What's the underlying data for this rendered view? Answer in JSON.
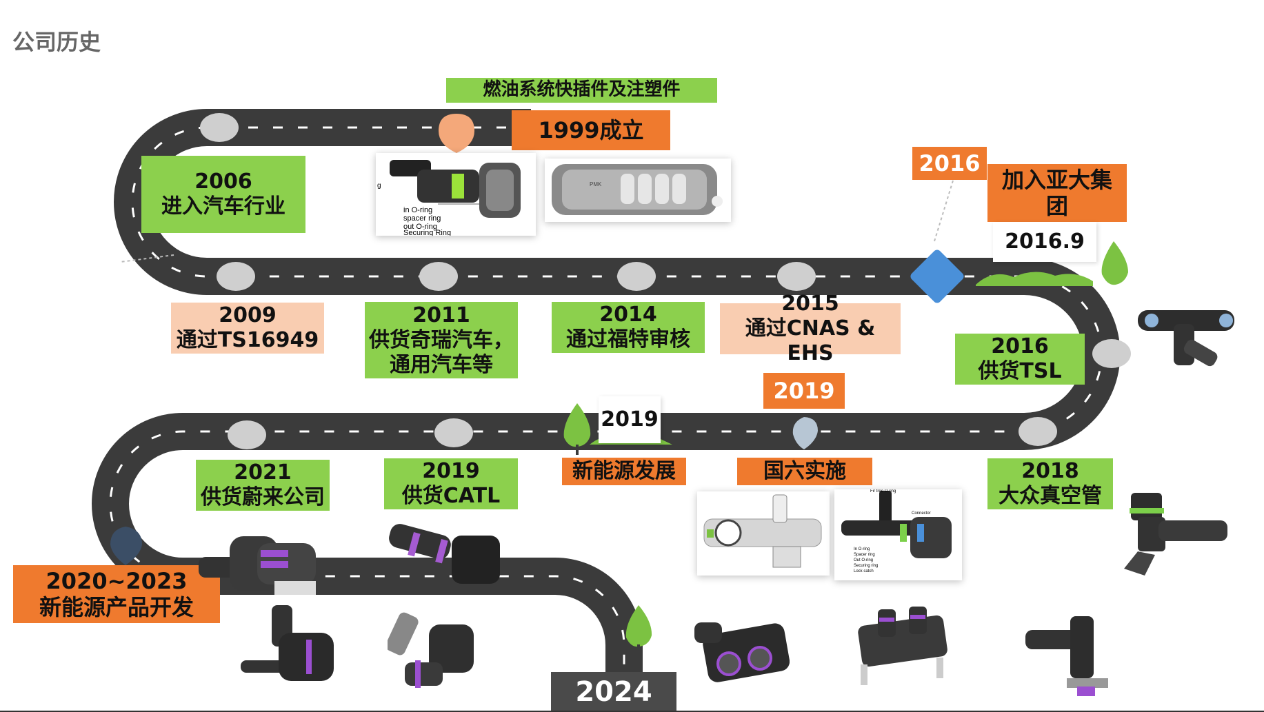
{
  "page": {
    "title": "公司历史"
  },
  "milestones": {
    "product_top": "燃油系统快插件及注塑件",
    "founded": "1999成立",
    "m2006_year": "2006",
    "m2006_text": "进入汽车行业",
    "m2009_year": "2009",
    "m2009_text": "通过TS16949",
    "m2011_year": "2011",
    "m2011_line1": "供货奇瑞汽车，",
    "m2011_line2": "通用汽车等",
    "m2014_year": "2014",
    "m2014_text": "通过福特审核",
    "m2015_year": "2015",
    "m2015_text": "通过CNAS & EHS",
    "m2016_year": "2016",
    "m2016_join1": "加入亚大集",
    "m2016_join2": "团",
    "m2016_date": "2016.9",
    "m2016tsl_year": "2016",
    "m2016tsl_text": "供货TSL",
    "m2018_year": "2018",
    "m2018_text": "大众真空管",
    "m2019_orange": "2019",
    "china6": "国六实施",
    "m2019_sign": "2019",
    "new_energy": "新能源发展",
    "m2019catl_year": "2019",
    "m2019catl_text": "供货CATL",
    "m2021_year": "2021",
    "m2021_text": "供货蔚来公司",
    "m2020_years": "2020~2023",
    "m2020_text": "新能源产品开发",
    "end_year": "2024"
  },
  "diagram_labels": {
    "part1_l1": "in O-ring",
    "part1_l2": "spacer ring",
    "part1_l3": "out O-ring",
    "part1_l4": "Securing Ring",
    "part1_edge": "g",
    "part2_mark": "PMK",
    "part6_l1": "Fir tree O-ring",
    "part6_l2": "Connector",
    "part6_l3": "In O-ring",
    "part6_l4": "Spacer ring",
    "part6_l5": "Out O-ring",
    "part6_l6": "Securing ring",
    "part6_l7": "Lock catch"
  },
  "colors": {
    "road": "#3b3b3b",
    "green_box": "#8cd04d",
    "peach_box": "#f9cdb1",
    "orange_box": "#ef7a2e",
    "node": "#cfcfcf",
    "pin_orange": "#f4a87a",
    "pin_blue": "#4a90d9",
    "pin_navy": "#3b4e66",
    "tree": "#7cc242"
  }
}
